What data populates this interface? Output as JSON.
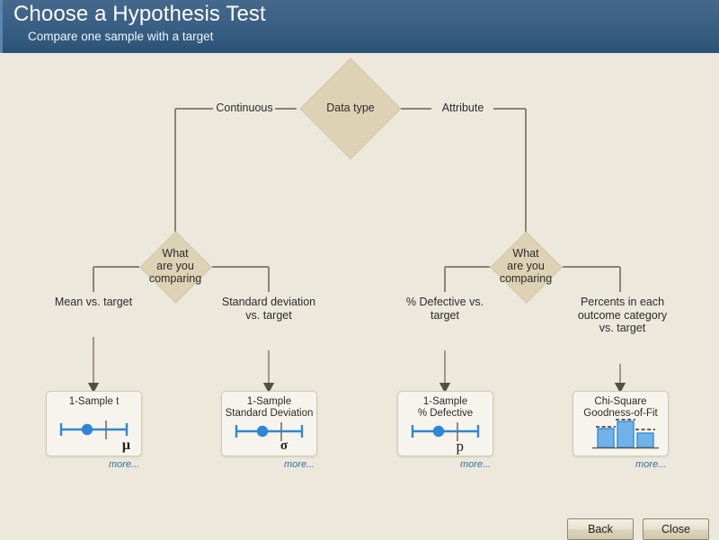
{
  "header": {
    "title": "Choose a Hypothesis Test",
    "subtitle": "Compare one sample with a target"
  },
  "flow": {
    "root": {
      "name": "data-type-decision",
      "label": "Data type"
    },
    "branch_labels": {
      "continuous": "Continuous",
      "attribute": "Attribute"
    },
    "decisions": {
      "left": "What\nare you\ncomparing",
      "right": "What\nare you\ncomparing"
    },
    "criteria": {
      "mean": "Mean vs. target",
      "stdev": "Standard deviation\nvs. target",
      "pct_defective": "% Defective vs.\ntarget",
      "percents_category": "Percents in each\noutcome category\nvs. target"
    }
  },
  "cards": [
    {
      "name": "card-1-sample-t",
      "title": "1-Sample t",
      "symbol": "μ",
      "graphic": "interval-plot",
      "more_label": "more..."
    },
    {
      "name": "card-1-sample-standard-deviation",
      "title": "1-Sample\nStandard Deviation",
      "symbol": "σ",
      "graphic": "interval-plot",
      "more_label": "more..."
    },
    {
      "name": "card-1-sample-pct-defective",
      "title": "1-Sample\n% Defective",
      "symbol": "p",
      "graphic": "interval-plot",
      "more_label": "more..."
    },
    {
      "name": "card-chi-square-goodness-of-fit",
      "title": "Chi-Square\nGoodness-of-Fit",
      "symbol": "",
      "graphic": "bar-chart",
      "more_label": "more..."
    }
  ],
  "footer": {
    "back_label": "Back",
    "close_label": "Close"
  },
  "colors": {
    "header_top": "#44698d",
    "header_bottom": "#2b5274",
    "canvas": "#ece8dc",
    "diamond_fill": "#ddd2b4",
    "connector": "#8a8471",
    "card_bg": "#f6f4ed",
    "accent_blue": "#2f86d6",
    "link_blue": "#3a6ea5"
  }
}
